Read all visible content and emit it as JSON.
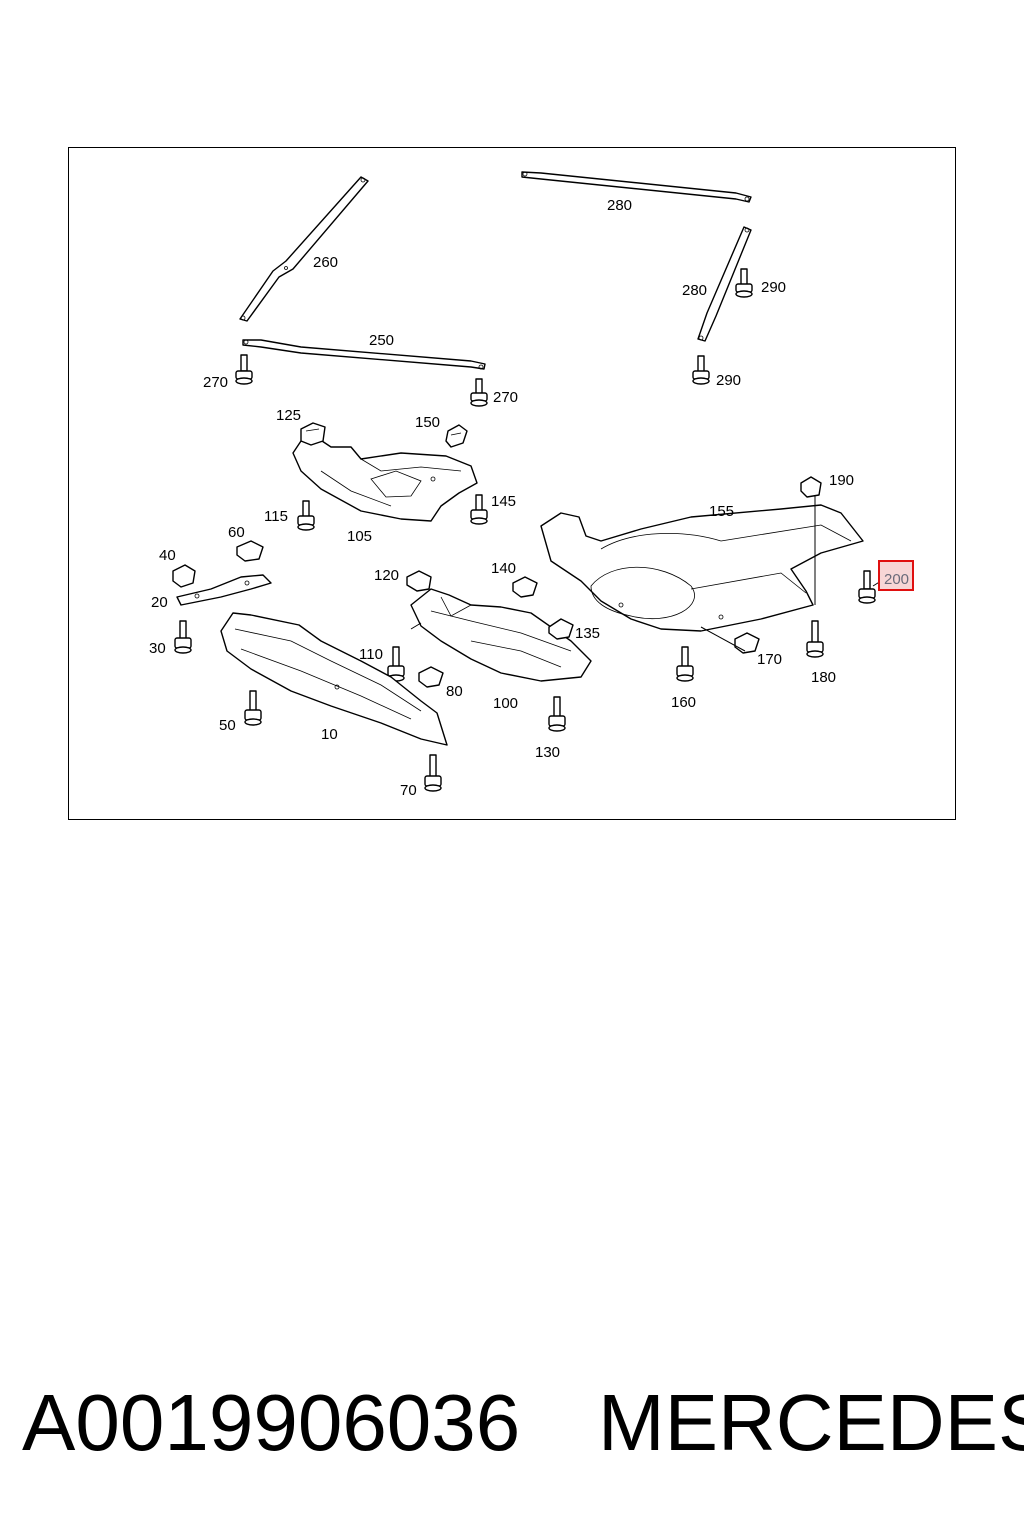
{
  "diagram": {
    "callouts": {
      "c280a": "280",
      "c260": "260",
      "c280b": "280",
      "c290a": "290",
      "c250": "250",
      "c270a": "270",
      "c270b": "270",
      "c290b": "290",
      "c125": "125",
      "c150": "150",
      "c190": "190",
      "c145": "145",
      "c115": "115",
      "c105": "105",
      "c155": "155",
      "c60": "60",
      "c40": "40",
      "c20": "20",
      "c120": "120",
      "c140": "140",
      "c200": "200",
      "c135": "135",
      "c30": "30",
      "c110": "110",
      "c170": "170",
      "c180": "180",
      "c80": "80",
      "c100": "100",
      "c160": "160",
      "c50": "50",
      "c10": "10",
      "c130": "130",
      "c70": "70"
    },
    "highlighted_callout": "200"
  },
  "footer": {
    "part_number": "A0019906036",
    "brand": "MERCEDES"
  },
  "colors": {
    "highlight_border": "#e01010",
    "highlight_fill": "#f7d6d6",
    "highlight_text": "#6b6b7a"
  }
}
